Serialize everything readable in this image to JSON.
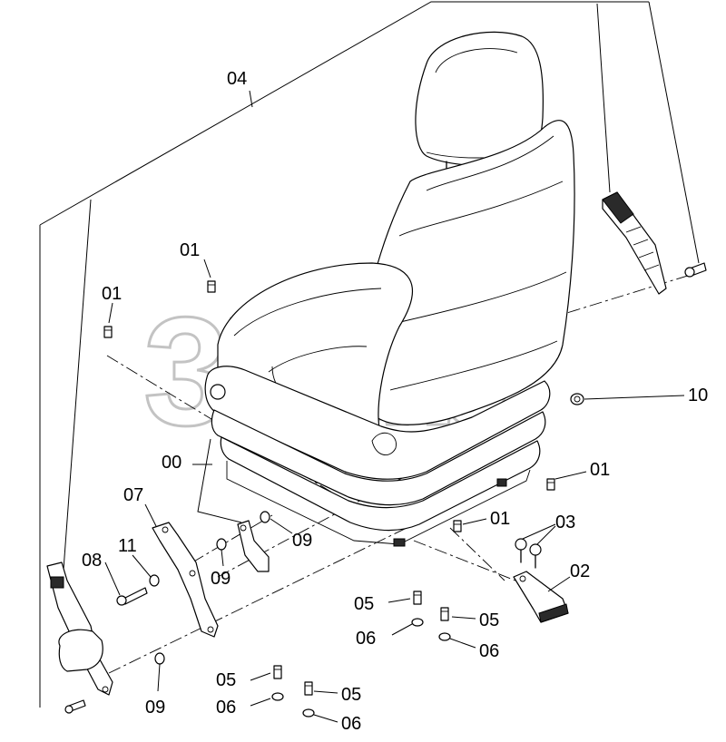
{
  "watermark": {
    "text": "3Tdb",
    "trademark": "™"
  },
  "callouts": {
    "c04": "04",
    "c01_a": "01",
    "c01_b": "01",
    "c01_c": "01",
    "c01_d": "01",
    "c10": "10",
    "c00": "00",
    "c07": "07",
    "c09_a": "09",
    "c09_b": "09",
    "c09_c": "09",
    "c03": "03",
    "c02": "02",
    "c08": "08",
    "c11": "11",
    "c05_a": "05",
    "c05_b": "05",
    "c05_c": "05",
    "c05_d": "05",
    "c06_a": "06",
    "c06_b": "06",
    "c06_c": "06",
    "c06_d": "06"
  }
}
